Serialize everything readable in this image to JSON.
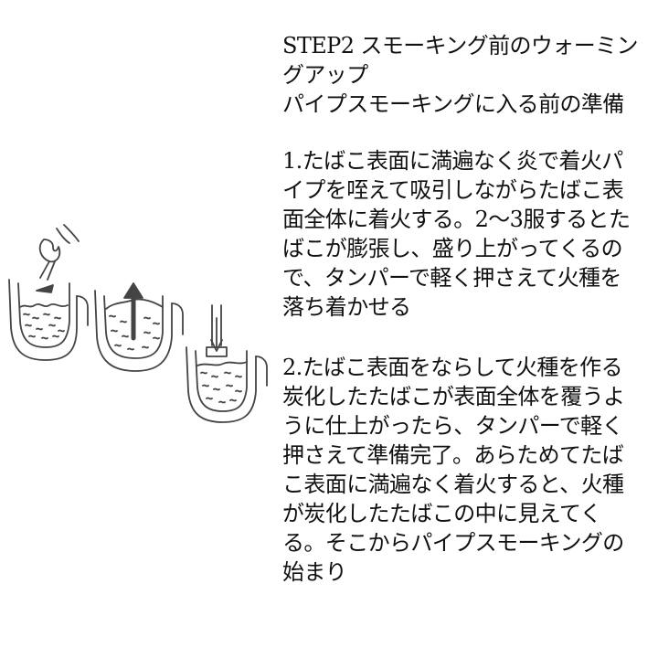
{
  "heading": "STEP2 スモーキング前のウォーミングアップ",
  "subheading": "パイプスモーキングに入る前の準備",
  "step1": "1.たばこ表面に満遍なく炎で着火パイプを咥えて吸引しながらたばこ表面全体に着火する。2～3服するとたばこが膨張し、盛り上がってくるので、タンパーで軽く押さえて火種を落ち着かせる",
  "step2": "2.たばこ表面をならして火種を作る炭化したたばこが表面全体を覆うように仕上がったら、タンパーで軽く押さえて準備完了。あらためてたばこ表面に満遍なく着火すると、火種が炭化したたばこの中に見えてくる。そこからパイプスモーキングの始まり",
  "colors": {
    "ink": "#111111",
    "line": "#444444",
    "background": "#ffffff"
  },
  "icons": [
    "lighting-pipe-bowl-icon",
    "rising-tobacco-bowl-icon",
    "tamping-bowl-icon"
  ]
}
